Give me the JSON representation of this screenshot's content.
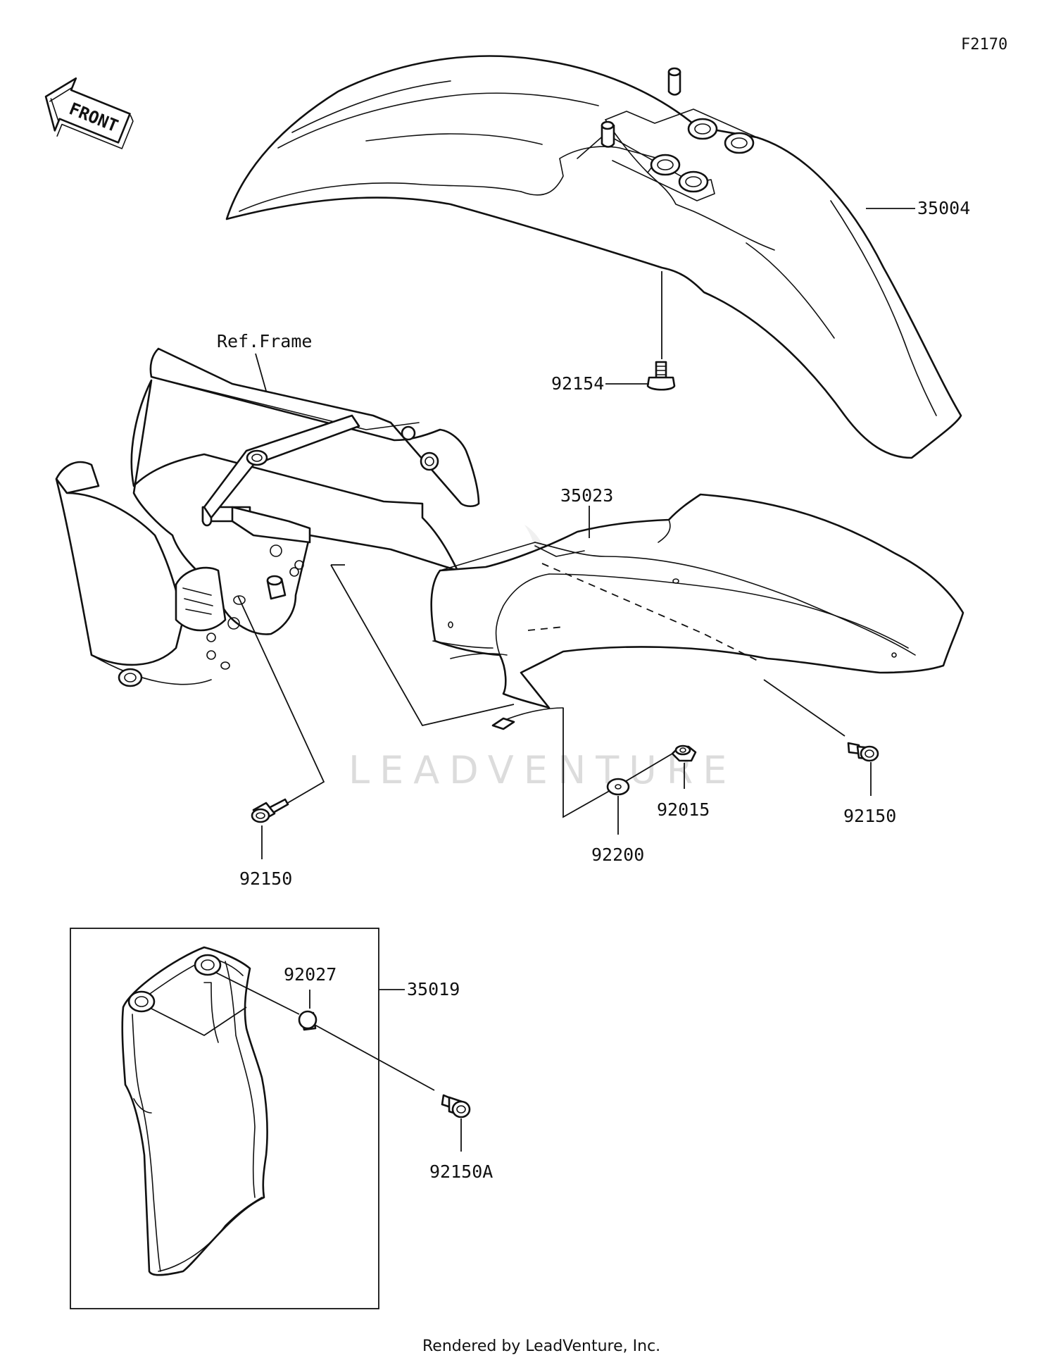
{
  "figure_code": "F2170",
  "front_label": "FRONT",
  "watermark": "LEADVENTURE",
  "footer": "Rendered by LeadVenture, Inc.",
  "callouts": {
    "fender": "35004",
    "screw_top": "92154",
    "frame_ref": "Ref.Frame",
    "inner_fender": "35023",
    "bolt_left": "92150",
    "bolt_right": "92150",
    "nut": "92015",
    "washer": "92200",
    "inset_box": "35019",
    "inset_washer": "92027",
    "inset_bolt": "92150A"
  }
}
